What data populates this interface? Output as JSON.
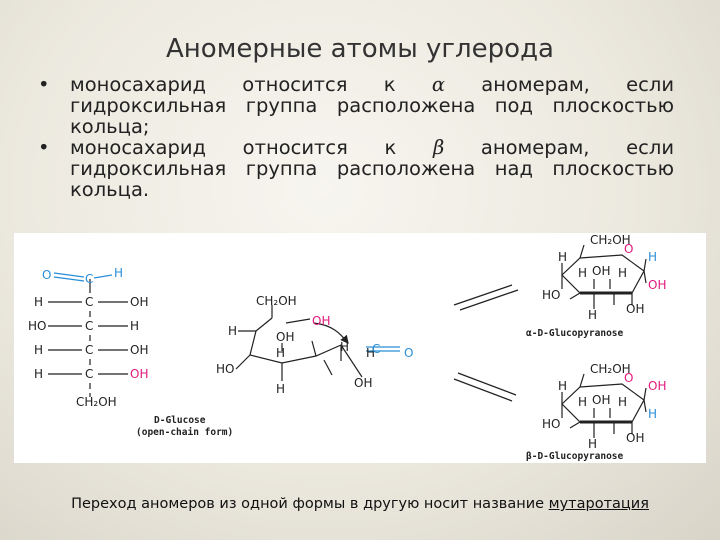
{
  "title": "Аномерные атомы углерода",
  "bullets": [
    {
      "before": "моносахарид относится к ",
      "greek": "α",
      "after": " аномерам, если гидроксильная группа расположена под плоскостью кольца;"
    },
    {
      "before": "моносахарид относится к ",
      "greek": "β",
      "after": " аномерам, если гидроксильная группа расположена над плоскостью кольца."
    }
  ],
  "bullet_symbol": "•",
  "diagram": {
    "open_chain": {
      "atoms": {
        "o": "O",
        "c": "C",
        "h": "H",
        "oh": "OH",
        "ho": "HO",
        "ch2oh": "CH₂OH"
      },
      "name": "D-Glucose",
      "note": "(open-chain form)"
    },
    "cyclizing": {
      "ch2oh": "CH₂OH",
      "oh": "OH",
      "h": "H",
      "o": "O",
      "c": "C",
      "ho": "HO"
    },
    "alpha": {
      "ch2oh": "CH₂OH",
      "o": "O",
      "h": "H",
      "oh": "OH",
      "ho": "HO",
      "label": "α-D-Glucopyranose"
    },
    "beta": {
      "ch2oh": "CH₂OH",
      "o": "O",
      "h": "H",
      "oh": "OH",
      "ho": "HO",
      "label": "β-D-Glucopyranose"
    },
    "colors": {
      "red": "#e0197d",
      "blue": "#2a8ed8",
      "ink": "#222222"
    }
  },
  "footer": {
    "text": "Переход аномеров из одной формы в другую носит название ",
    "term": "мутаротация"
  }
}
